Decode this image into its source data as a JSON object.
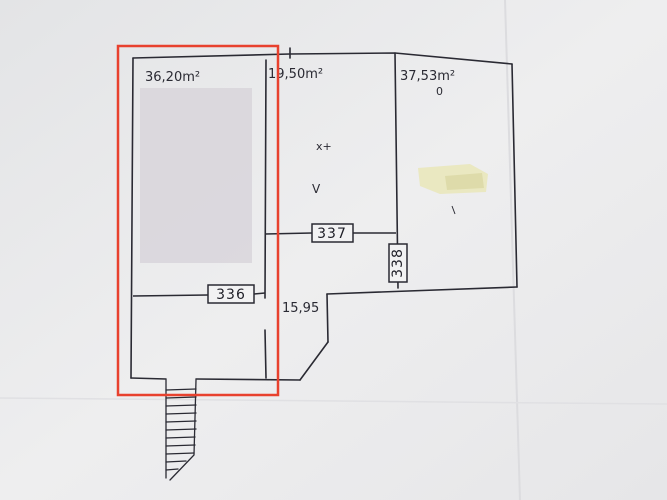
{
  "plan": {
    "room_1_area": "36,20m²",
    "room_2_area": "19,50m²",
    "room_3_area": "37,53m²",
    "room_3_sub": "0",
    "hall_area": "15,95",
    "hall_marks": "x+",
    "hall_mark_2": "V",
    "dim_336": "336",
    "dim_337": "337",
    "dim_338": "338"
  },
  "colors": {
    "paper": "#efefef",
    "ink": "#2a2a33",
    "highlight": "#e8412e",
    "tape": "#e9e6b8",
    "redacted": "#d8d5da"
  }
}
